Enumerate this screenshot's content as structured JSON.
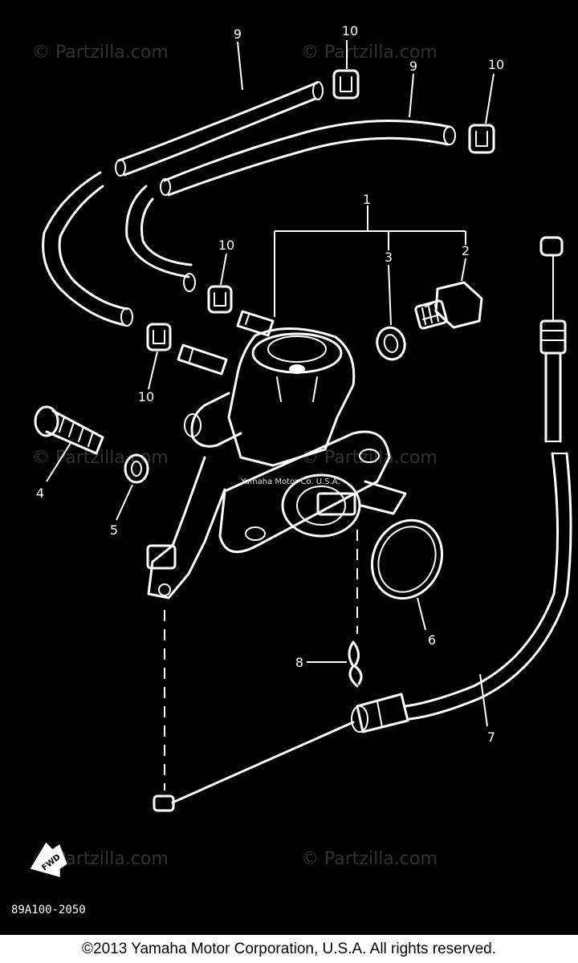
{
  "diagram": {
    "callouts": {
      "c1": "1",
      "c2": "2",
      "c3": "3",
      "c4": "4",
      "c5": "5",
      "c6": "6",
      "c7": "7",
      "c8": "8",
      "c9a": "9",
      "c9b": "9",
      "c10a": "10",
      "c10b": "10",
      "c10c": "10",
      "c10d": "10"
    },
    "watermark_text": "© Partzilla.com",
    "fwd_label": "FWD",
    "drawing_code": "89A100-2050",
    "embossed_text": "Yamaha Motor Co. U.S.A."
  },
  "colors": {
    "background": "#000000",
    "linework": "#ffffff",
    "watermark": "#5a5a5a",
    "footer_background": "#ffffff",
    "footer_text": "#000000"
  },
  "footer": {
    "copyright": "©2013  Yamaha Motor Corporation, U.S.A. All rights reserved."
  }
}
